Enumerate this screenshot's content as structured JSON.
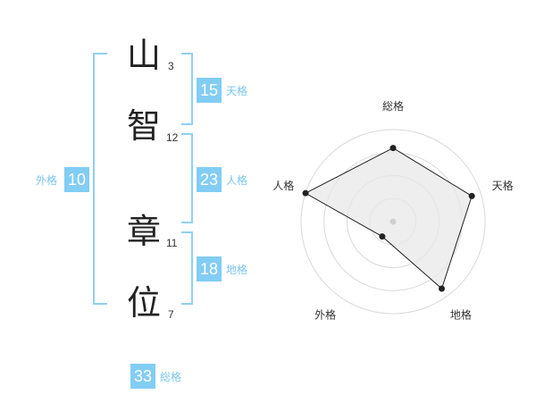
{
  "name": {
    "chars": [
      {
        "char": "山",
        "strokes": "3"
      },
      {
        "char": "智",
        "strokes": "12"
      },
      {
        "char": "章",
        "strokes": "11"
      },
      {
        "char": "位",
        "strokes": "7"
      }
    ]
  },
  "kakaku": {
    "tenkaku": {
      "value": "15",
      "label": "天格"
    },
    "jinkaku": {
      "value": "23",
      "label": "人格"
    },
    "chikaku": {
      "value": "18",
      "label": "地格"
    },
    "gaikaku": {
      "value": "10",
      "label": "外格"
    },
    "soukaku": {
      "value": "33",
      "label": "総格"
    }
  },
  "colors": {
    "accent": "#82cdf4",
    "bracket": "#8fd0f5"
  },
  "chart_data": {
    "type": "radar",
    "categories": [
      "総格",
      "天格",
      "地格",
      "外格",
      "人格"
    ],
    "values": [
      0.8,
      0.9,
      0.9,
      0.2,
      1.0
    ],
    "range": [
      0,
      1
    ],
    "rings": 4,
    "grid": true
  }
}
